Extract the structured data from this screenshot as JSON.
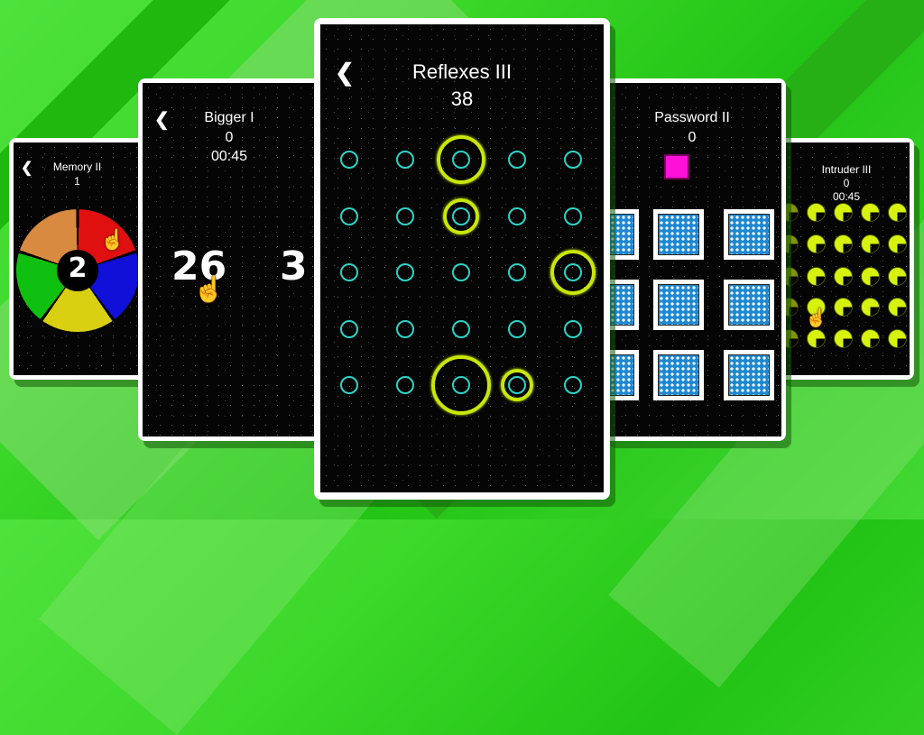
{
  "background": {
    "colors": [
      "#4fe23c",
      "#22c415",
      "#7fd86a"
    ]
  },
  "cards": {
    "memory": {
      "title": "Memory II",
      "score": "1",
      "center_number": "2",
      "segments": [
        {
          "name": "orange",
          "color": "#d88a40"
        },
        {
          "name": "red",
          "color": "#e01010"
        },
        {
          "name": "blue",
          "color": "#1010d8"
        },
        {
          "name": "yellow",
          "color": "#d8d010"
        },
        {
          "name": "green",
          "color": "#10c010"
        }
      ],
      "back_icon": "chevron-left-icon"
    },
    "bigger": {
      "title": "Bigger I",
      "score": "0",
      "timer": "00:45",
      "left_number": "26",
      "right_number": "3",
      "back_icon": "chevron-left-icon"
    },
    "reflexes": {
      "title": "Reflexes III",
      "score": "38",
      "grid_rows": 5,
      "grid_cols": 5,
      "dot_color": "#2ad4c8",
      "ring_color": "#c9e60a",
      "rings": [
        {
          "row": 0,
          "col": 2,
          "size": 54
        },
        {
          "row": 1,
          "col": 2,
          "size": 40
        },
        {
          "row": 2,
          "col": 4,
          "size": 50
        },
        {
          "row": 4,
          "col": 2,
          "size": 66
        },
        {
          "row": 4,
          "col": 3,
          "size": 36
        }
      ],
      "back_icon": "chevron-left-icon"
    },
    "password": {
      "title": "Password II",
      "score": "0",
      "target_color": "#ff10d8",
      "tile_color": "#1e88d0"
    },
    "intruder": {
      "title": "Intruder III",
      "score": "0",
      "timer": "00:45",
      "piece_color": "#d8f210"
    }
  }
}
